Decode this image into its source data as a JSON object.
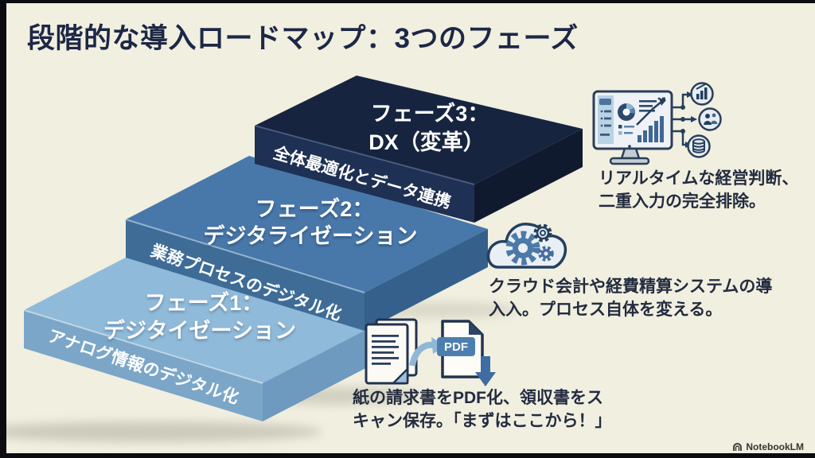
{
  "frame": {
    "background": "#f1efe0",
    "bar_color": "#0a0c10"
  },
  "title": {
    "text": "段階的な導入ロードマップ：3つのフェーズ",
    "color": "#1d2746"
  },
  "phases": [
    {
      "name": "フェーズ1",
      "top_label_line1": "フェーズ1：",
      "top_label_line2": "デジタイゼーション",
      "front_label": "アナログ情報のデジタル化",
      "top_color": "#90bad9",
      "front_color": "#7ba6c8",
      "side_color": "#6d9abe"
    },
    {
      "name": "フェーズ2",
      "top_label_line1": "フェーズ2：",
      "top_label_line2": "デジタライゼーション",
      "front_label": "業務プロセスのデジタル化",
      "top_color": "#4878aa",
      "front_color": "#3e6c97",
      "side_color": "#34608b"
    },
    {
      "name": "フェーズ3",
      "top_label_line1": "フェーズ3：",
      "top_label_line2": "DX（変革）",
      "front_label": "全体最適化とデータ連携",
      "top_color": "#16243f",
      "front_color": "#1e3053",
      "side_color": "#101a2f"
    }
  ],
  "annotations": [
    {
      "icon": "paper-to-pdf-icon",
      "line1": "紙の請求書をPDF化、領収書をス",
      "line2": "キャン保存。「まずはここから！」"
    },
    {
      "icon": "cloud-gears-icon",
      "line1": "クラウド会計や経費精算システムの導",
      "line2": "入入。プロセス自体を変える。"
    },
    {
      "icon": "dashboard-monitor-icon",
      "line1": "リアルタイムな経営判断、",
      "line2": "二重入力の完全排除。"
    }
  ],
  "annotation_text_color": "#232c3f",
  "icons": {
    "pdf_label": "PDF"
  },
  "palette": {
    "icon_outline_navy": "#2c3e57",
    "icon_steel_blue": "#4c7aa8",
    "icon_light_blue": "#9fc0da"
  },
  "watermark": {
    "label": "NotebookLM",
    "color": "#35352f"
  }
}
